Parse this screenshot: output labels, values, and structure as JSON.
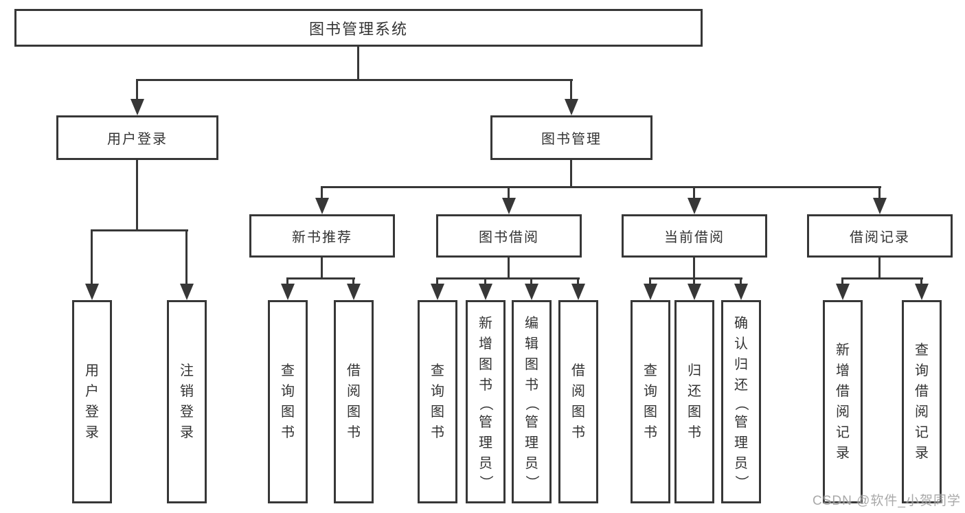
{
  "diagram_title": "图书管理系统",
  "watermark": "CSDN @软件_小贺同学",
  "colors": {
    "line": "#373737",
    "text": "#333333",
    "background": "#ffffff",
    "watermark": "#9b9b9b"
  },
  "nodes": {
    "root": {
      "label": "图书管理系统"
    },
    "level2": {
      "user_login": {
        "label": "用户登录"
      },
      "book_management": {
        "label": "图书管理"
      }
    },
    "level3": {
      "new_book_recommend": {
        "label": "新书推荐",
        "parent": "图书管理"
      },
      "book_borrow": {
        "label": "图书借阅",
        "parent": "图书管理"
      },
      "current_borrow": {
        "label": "当前借阅",
        "parent": "图书管理"
      },
      "borrow_record": {
        "label": "借阅记录",
        "parent": "图书管理"
      }
    },
    "leaves": {
      "user_login": {
        "label": "用户登录",
        "parent": "用户登录"
      },
      "logout": {
        "label": "注销登录",
        "parent": "用户登录"
      },
      "nb_query_book": {
        "label": "查询图书",
        "parent": "新书推荐"
      },
      "nb_borrow_book": {
        "label": "借阅图书",
        "parent": "新书推荐"
      },
      "bb_query_book": {
        "label": "查询图书",
        "parent": "图书借阅"
      },
      "bb_add_book": {
        "label": "新增图书（管理员）",
        "parent": "图书借阅"
      },
      "bb_edit_book": {
        "label": "编辑图书（管理员）",
        "parent": "图书借阅"
      },
      "bb_borrow_book": {
        "label": "借阅图书",
        "parent": "图书借阅"
      },
      "cb_query_book": {
        "label": "查询图书",
        "parent": "当前借阅"
      },
      "cb_return_book": {
        "label": "归还图书",
        "parent": "当前借阅"
      },
      "cb_confirm_return": {
        "label": "确认归还（管理员）",
        "parent": "当前借阅"
      },
      "br_add_record": {
        "label": "新增借阅记录",
        "parent": "借阅记录"
      },
      "br_query_record": {
        "label": "查询借阅记录",
        "parent": "借阅记录"
      }
    }
  }
}
